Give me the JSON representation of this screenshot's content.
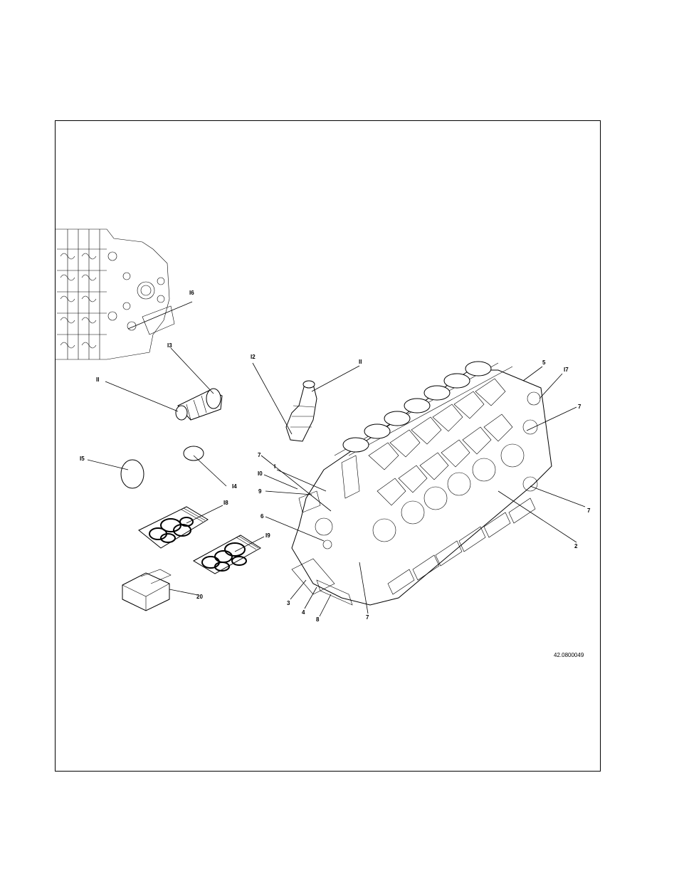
{
  "figure_ref": "42.0800049",
  "callouts": [
    {
      "id": "c1",
      "text": "I"
    },
    {
      "id": "c2",
      "text": "2"
    },
    {
      "id": "c3",
      "text": "3"
    },
    {
      "id": "c4",
      "text": "4"
    },
    {
      "id": "c5",
      "text": "5"
    },
    {
      "id": "c6",
      "text": "6"
    },
    {
      "id": "c7a",
      "text": "7"
    },
    {
      "id": "c7b",
      "text": "7"
    },
    {
      "id": "c7c",
      "text": "7"
    },
    {
      "id": "c7d",
      "text": "7"
    },
    {
      "id": "c8",
      "text": "8"
    },
    {
      "id": "c9",
      "text": "9"
    },
    {
      "id": "c10",
      "text": "I0"
    },
    {
      "id": "c11a",
      "text": "II"
    },
    {
      "id": "c11b",
      "text": "II"
    },
    {
      "id": "c12",
      "text": "I2"
    },
    {
      "id": "c13",
      "text": "I3"
    },
    {
      "id": "c14",
      "text": "I4"
    },
    {
      "id": "c15",
      "text": "I5"
    },
    {
      "id": "c16",
      "text": "I6"
    },
    {
      "id": "c17",
      "text": "I7"
    },
    {
      "id": "c18",
      "text": "I8"
    },
    {
      "id": "c19",
      "text": "I9"
    },
    {
      "id": "c20",
      "text": "20"
    }
  ]
}
